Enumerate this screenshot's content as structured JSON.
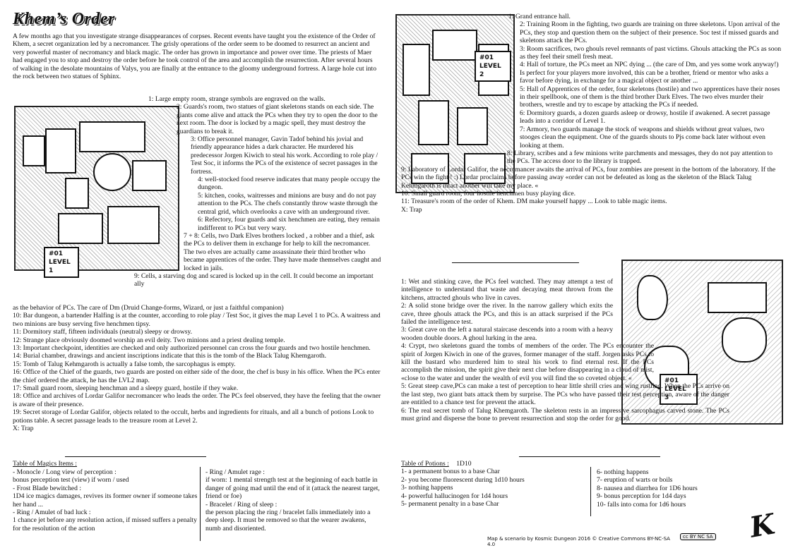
{
  "title": "Khem’s Order",
  "intro": "A few months ago that you investigate strange disappearances of corpses. Recent events have taught you the existence of the Order of Khem, a secret organization led by a necromancer. The grisly operations of the order seem to be doomed to resurrect an ancient and very powerful master of necromancy and black magic. The order has grown in importance and power over time. The priests of Maer had engaged you to stop and destroy the order before he took control of the area and accomplish the resurrection. After several hours of walking in the desolate mountains of Valys, you are finally at the entrance to the gloomy underground fortress. A large hole cut into the rock between two statues of Sphinx.",
  "maps": {
    "level1": "#01 LEVEL 1",
    "level2": "#01 LEVEL 2",
    "level3": "#01 LEVEL 3"
  },
  "level1_side": [
    "1: Large empty room, strange symbols are engraved on the walls.",
    "2: Guards's room, two statues of giant skeletons stands on each side. The giants come alive and attack the PCs when they try to open the door to the next room. The door is locked by a magic spell, they must destroy the guardians to break it.",
    "3: Office personnel manager, Gavin Tadof behind his jovial and friendly appearance hides a dark character. He murdered his predecessor Jorgen Kiwich to steal his work. According to role play / Test Soc, it informs the PCs of the existence of secret passages in the fortress.",
    "4: well-stocked food reserve indicates that many people occupy the dungeon.",
    "5: kitchen, cooks, waitresses and minions are busy and do not pay attention to the PCs. The chefs constantly throw waste through the central grid, which overlooks a cave with an underground river.",
    "6: Refectory, four guards and six henchmen are eating, they remain indifferent to PCs but very wary.",
    "7 + 8: Cells, two Dark Elves brothers locked , a robber and a thief, ask the PCs to deliver them in exchange for help to kill the necromancer. The two elves are actually came assassinate their third brother who became apprentices of the order. They have made themselves caught and locked in jails.",
    "9: Cells, a starving dog and scared is locked up in the cell. It could become an important ally"
  ],
  "level1_full": [
    "as the behavior of PCs. The care of Dm (Druid Change-forms, Wizard, or just a faithful companion)",
    "10: Bar dungeon, a bartender Halfing is at the counter, according to role play / Test Soc, it gives the map Level 1 to PCs. A waitress and two minions are busy serving five henchmen tipsy.",
    "11: Dormitory staff, fifteen individuals (neutral) sleepy or drowsy.",
    "12: Strange place obviously doomed worship an evil deity. Two minions and a priest dealing temple.",
    "13: Important checkpoint, identities are checked and only authorized personnel can cross the four guards and two hostile henchmen.",
    "14: Burial chamber, drawings and ancient inscriptions indicate that this is the tomb of the Black Talug Khemgaroth.",
    "15: Tomb of Talug Kehmgaroth is actually a false tomb, the sarcophagus is empty.",
    "16: Office of the Chief of the guards, two guards are posted on either side of the door, the chef is busy in his office. When the PCs enter the chief ordered the attack, he has the LVL2 map.",
    "17: Small guard room, sleeping henchman and a sleepy guard, hostile if they wake.",
    "18: Office and archives of Lordar Galifor necromancer who leads the order. The PCs feel observed, they have the feeling that the owner is aware of their presence.",
    "19: Secret storage of Lordar Galifor, objects related to the occult, herbs and ingredients for rituals, and all a bunch of potions Look to potions table. A secret passage leads to the treasure room at Level 2.",
    "X: Trap"
  ],
  "level2": [
    "1: Grand entrance hall.",
    "2: Training Room in the fighting, two guards are training on three skeletons. Upon arrival of the PCs, they stop and question them on the subject of their presence. Soc test if missed guards and skeletons attack the PCs.",
    "3: Room sacrifices, two ghouls revel remnants of past victims. Ghouls attacking the PCs as soon as they feel their smell fresh meat.",
    "4: Hall of torture, the PCs meet an NPC dying ... (the care of Dm, and yes some work anyway!) Is perfect for your players more involved, this can be a brother, friend or mentor who asks a favor before dying, in exchange for a magical object or another ...",
    "5: Hall of Apprentices of the order, four skeletons (hostile) and two apprentices have their noses in their spellbook, one of them is the third brother Dark Elves. The two elves murder their brothers, wrestle and try to escape by attacking the PCs if needed.",
    "6: Dormitory guards, a dozen guards asleep or drowsy, hostile if awakened. A secret passage leads into a corridor of Level 1.",
    "7: Armory, two guards manage the stock of weapons and shields without great values, two stooges clean the equipment. One of the guards shouts to Pjs come back later without even looking at them.",
    "8: Library, scribes and a few minions write parchments and messages, they do not pay attention to the PCs. The access door to the library is trapped.",
    "9: Laboratory of Lordar Galifor, the necromancer awaits the arrival of PCs, four zombies are present in the bottom of the laboratory. If the PCs win the fight ! :) Lordar proclaims before passing away «order can not be defeated as long as the skeleton of the Black Talug Kehmgaroth is intact another will take my place. «",
    "10: Small guard room, four hostile henchmen busy playing dice.",
    "11: Treasure's room of the order of Khem. DM make yourself happy ... Look to table magic items.",
    "X: Trap"
  ],
  "level3": [
    "1: Wet and stinking cave, the PCs feel watched. They may attempt a test of intelligence to understand that waste and decaying meat thrown from the kitchens, attracted ghouls who live in caves.",
    "2: A solid stone bridge over the river. In the narrow gallery which exits the cave, three ghouls attack the PCs, and this is an attack surprised if the PCs failed the intelligence test.",
    "3: Great cave on the left a natural staircase descends into a room with a heavy wooden double doors. A ghoul lurking in the area.",
    "4: Crypt, two skeletons guard the tombs of members of the order. The PCs encounter the spirit of Jorgen Kiwich in one of the graves, former manager of the staff. Jorgen asks PCs to kill the bastard who murdered him to steal his work to find eternal rest. If the PCs accomplish the mission, the spirit give their next clue before disappearing in a cloud of mist, «close to the water and under the wealth of evil you will find the so coveted object. «",
    "5: Great steep cave,PCs can make a test of perception to hear little shrill cries and wing rustling. When the PCs arrive on the last step, two giant bats attack them by surprise. The PCs who have passed their test perception, aware of the danger are entitled to a chance test for prevent the attack.",
    "6: The real secret tomb of Talug Khemgaroth. The skeleton rests in an impressive sarcophagus carved stone. The PCs must grind and disperse the bone to prevent resurrection and stop the order for good."
  ],
  "magic_table": {
    "heading": "Table of Magics Items :",
    "col1": [
      "- Monocle / Long view of perception :",
      "bonus perception test (view) if worn / used",
      "- Frost Blade bewitched :",
      "1D4 ice magics damages, revives its former owner if someone takes her hand ...",
      "- Ring / Amulet of bad luck :",
      "1 chance jet before any resolution action, if missed suffers a penalty for the resolution of the action"
    ],
    "col2": [
      "- Ring / Amulet rage :",
      "if worn: 1 mental strength test at the beginning of each battle in danger of going mad until the end of it (attack the nearest target, friend or foe)",
      "- Bracelet / Ring of sleep :",
      "the person placing the ring / bracelet  falls immediately into a deep sleep. It must be removed so that the wearer awakens, numb and disoriented."
    ]
  },
  "potion_table": {
    "heading": "Table of Potions :",
    "dice": "1D10",
    "col1": [
      "1- a permanent bonus to a base Char",
      "2- you become fluorescent during 1d10 hours",
      "3- nothing happens",
      "4- powerful hallucinogen for 1d4 hours",
      "5- permanent penalty in a base Char"
    ],
    "col2": [
      "6- nothing happens",
      "7- eruption of warts or boils",
      "8- nausea and diarrhea for 1D6 hours",
      "9- bonus perception for 1d4 days",
      "10- falls into coma for 1d6 hours"
    ]
  },
  "credit": "Map & scenario by Kosmic Dungeon 2016 © Creative Commons BY-NC-SA 4.0",
  "cc_badge": "cc BY NC SA",
  "logo_glyph": "K"
}
